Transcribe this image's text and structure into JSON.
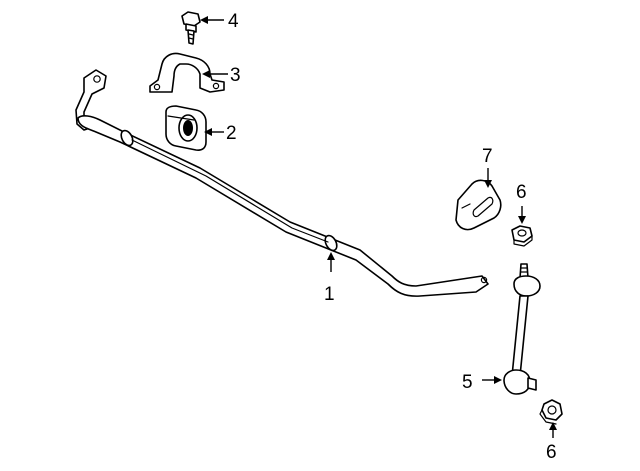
{
  "diagram": {
    "callouts": {
      "c1": "1",
      "c2": "2",
      "c3": "3",
      "c4": "4",
      "c5": "5",
      "c6_top": "6",
      "c6_bottom": "6",
      "c7": "7"
    },
    "parts": [
      {
        "number": "1",
        "part": "stabilizer-bar"
      },
      {
        "number": "2",
        "part": "bushing"
      },
      {
        "number": "3",
        "part": "bracket"
      },
      {
        "number": "4",
        "part": "bolt"
      },
      {
        "number": "5",
        "part": "stabilizer-link"
      },
      {
        "number": "6",
        "part": "nut"
      },
      {
        "number": "7",
        "part": "insulator"
      }
    ],
    "colors": {
      "line": "#000000",
      "background": "#ffffff"
    }
  }
}
